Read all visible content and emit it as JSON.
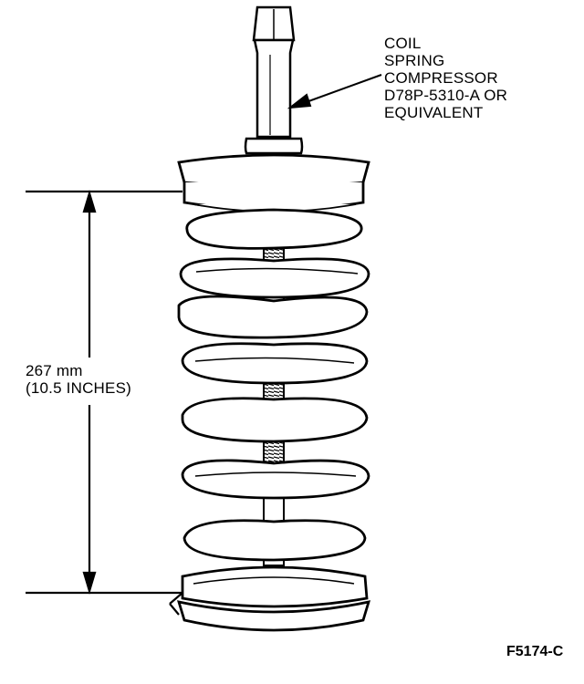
{
  "compressor_label": {
    "lines": [
      "COIL",
      "SPRING",
      "COMPRESSOR",
      "D78P-5310-A OR",
      "EQUIVALENT"
    ]
  },
  "dimension_label": {
    "lines": [
      "267 mm",
      "(10.5 INCHES)"
    ]
  },
  "figure_id": "F5174-C",
  "colors": {
    "ink": "#000000",
    "paper": "#ffffff"
  }
}
